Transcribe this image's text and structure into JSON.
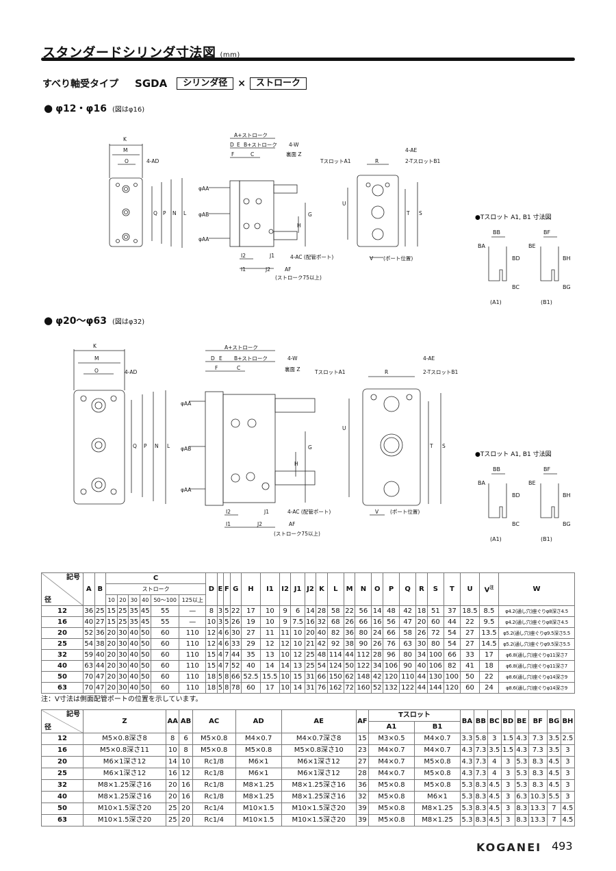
{
  "header": {
    "title": "スタンダードシリンダ寸法図",
    "title_unit": "(mm)",
    "series_label": "すべり軸受タイプ",
    "model": "SGDA",
    "box1": "シリンダ径",
    "times": "×",
    "box2": "ストローク"
  },
  "section1": {
    "title": "φ12・φ16",
    "note": "(図はφ16)"
  },
  "section2": {
    "title": "φ20〜φ63",
    "note": "(図はφ32)"
  },
  "drawing_labels": {
    "K": "K",
    "M": "M",
    "O": "O",
    "AD": "4-AD",
    "Q": "Q",
    "P": "P",
    "N": "N",
    "L": "L",
    "A_stroke": "A+ストローク",
    "D": "D",
    "E": "E",
    "B_stroke": "B+ストローク",
    "F": "F",
    "C": "C",
    "W": "4-W",
    "back_Z": "裏面 Z",
    "AA": "φAA",
    "AB": "φAB",
    "H": "H",
    "G": "G",
    "I2": "I2",
    "I1": "I1",
    "J1": "J1",
    "J2": "J2",
    "AF": "AF",
    "AC": "4-AC (配管ポート)",
    "stroke75": "(ストローク75以上)",
    "slotA1": "TスロットA1",
    "R": "R",
    "AE": "4-AE",
    "slotB1": "2-TスロットB1",
    "U": "U",
    "T": "T",
    "S": "S",
    "V": "V",
    "port": "(ポート位置)",
    "slot_title": "●Tスロット A1, B1 寸法図",
    "BB": "BB",
    "BA": "BA",
    "BD": "BD",
    "BC": "BC",
    "BF": "BF",
    "BE": "BE",
    "BH": "BH",
    "BG": "BG",
    "capA1": "(A1)",
    "capB1": "(B1)"
  },
  "table1": {
    "corner_top": "記号",
    "corner_bottom": "径",
    "headers": [
      "A",
      "B",
      "C",
      "D",
      "E",
      "F",
      "G",
      "H",
      "I1",
      "I2",
      "J1",
      "J2",
      "K",
      "L",
      "M",
      "N",
      "O",
      "P",
      "Q",
      "R",
      "S",
      "T",
      "U",
      "V",
      "W"
    ],
    "c_sub": "ストローク",
    "c_strokes": [
      "10",
      "20",
      "30",
      "40",
      "50〜100",
      "125以上"
    ],
    "v_note": "注",
    "rows": [
      [
        "12",
        "36",
        "25",
        "15",
        "25",
        "35",
        "45",
        "55",
        "—",
        "8",
        "3",
        "5",
        "22",
        "17",
        "10",
        "9",
        "6",
        "14",
        "28",
        "58",
        "22",
        "56",
        "14",
        "48",
        "42",
        "18",
        "51",
        "37",
        "18.5",
        "8.5",
        "φ4.2(通し穴)座ぐりφ8深さ4.5"
      ],
      [
        "16",
        "40",
        "27",
        "15",
        "25",
        "35",
        "45",
        "55",
        "—",
        "10",
        "3",
        "5",
        "26",
        "19",
        "10",
        "9",
        "7.5",
        "16",
        "32",
        "68",
        "26",
        "66",
        "16",
        "56",
        "47",
        "20",
        "60",
        "44",
        "22",
        "9.5",
        "φ4.2(通し穴)座ぐりφ8深さ4.5"
      ],
      [
        "20",
        "52",
        "36",
        "20",
        "30",
        "40",
        "50",
        "60",
        "110",
        "12",
        "4",
        "6",
        "30",
        "27",
        "11",
        "11",
        "10",
        "20",
        "40",
        "82",
        "36",
        "80",
        "24",
        "66",
        "58",
        "26",
        "72",
        "54",
        "27",
        "13.5",
        "φ5.2(通し穴)座ぐりφ9.5深さ5.5"
      ],
      [
        "25",
        "54",
        "38",
        "20",
        "30",
        "40",
        "50",
        "60",
        "110",
        "12",
        "4",
        "6",
        "33",
        "29",
        "12",
        "12",
        "10",
        "21",
        "42",
        "92",
        "38",
        "90",
        "26",
        "76",
        "63",
        "30",
        "80",
        "54",
        "27",
        "14.5",
        "φ5.2(通し穴)座ぐりφ9.5深さ5.5"
      ],
      [
        "32",
        "59",
        "40",
        "20",
        "30",
        "40",
        "50",
        "60",
        "110",
        "15",
        "4",
        "7",
        "44",
        "35",
        "13",
        "10",
        "12",
        "25",
        "48",
        "114",
        "44",
        "112",
        "28",
        "96",
        "80",
        "34",
        "100",
        "66",
        "33",
        "17",
        "φ6.8(通し穴)座ぐりφ11深さ7"
      ],
      [
        "40",
        "63",
        "44",
        "20",
        "30",
        "40",
        "50",
        "60",
        "110",
        "15",
        "4",
        "7",
        "52",
        "40",
        "14",
        "14",
        "13",
        "25",
        "54",
        "124",
        "50",
        "122",
        "34",
        "106",
        "90",
        "40",
        "106",
        "82",
        "41",
        "18",
        "φ6.8(通し穴)座ぐりφ11深さ7"
      ],
      [
        "50",
        "70",
        "47",
        "20",
        "30",
        "40",
        "50",
        "60",
        "110",
        "18",
        "5",
        "8",
        "66",
        "52.5",
        "15.5",
        "10",
        "15",
        "31",
        "66",
        "150",
        "62",
        "148",
        "42",
        "120",
        "110",
        "44",
        "130",
        "100",
        "50",
        "22",
        "φ8.6(通し穴)座ぐりφ14深さ9"
      ],
      [
        "63",
        "70",
        "47",
        "20",
        "30",
        "40",
        "50",
        "60",
        "110",
        "18",
        "5",
        "8",
        "78",
        "60",
        "17",
        "10",
        "14",
        "31",
        "76",
        "162",
        "72",
        "160",
        "52",
        "132",
        "122",
        "44",
        "144",
        "120",
        "60",
        "24",
        "φ8.6(通し穴)座ぐりφ14深さ9"
      ]
    ],
    "footnote": "注：V寸法は側面配管ポートの位置を示しています。"
  },
  "table2": {
    "corner_top": "記号",
    "corner_bottom": "径",
    "headers": [
      "Z",
      "AA",
      "AB",
      "AC",
      "AD",
      "AE",
      "AF",
      "Tスロット",
      "BA",
      "BB",
      "BC",
      "BD",
      "BE",
      "BF",
      "BG",
      "BH"
    ],
    "slot_sub": [
      "A1",
      "B1"
    ],
    "rows": [
      [
        "12",
        "M5×0.8深さ8",
        "8",
        "6",
        "M5×0.8",
        "M4×0.7",
        "M4×0.7深さ8",
        "15",
        "M3×0.5",
        "M4×0.7",
        "3.3",
        "5.8",
        "3",
        "1.5",
        "4.3",
        "7.3",
        "3.5",
        "2.5"
      ],
      [
        "16",
        "M5×0.8深さ11",
        "10",
        "8",
        "M5×0.8",
        "M5×0.8",
        "M5×0.8深さ10",
        "23",
        "M4×0.7",
        "M4×0.7",
        "4.3",
        "7.3",
        "3.5",
        "1.5",
        "4.3",
        "7.3",
        "3.5",
        "3"
      ],
      [
        "20",
        "M6×1深さ12",
        "14",
        "10",
        "Rc1/8",
        "M6×1",
        "M6×1深さ12",
        "27",
        "M4×0.7",
        "M5×0.8",
        "4.3",
        "7.3",
        "4",
        "3",
        "5.3",
        "8.3",
        "4.5",
        "3"
      ],
      [
        "25",
        "M6×1深さ12",
        "16",
        "12",
        "Rc1/8",
        "M6×1",
        "M6×1深さ12",
        "28",
        "M4×0.7",
        "M5×0.8",
        "4.3",
        "7.3",
        "4",
        "3",
        "5.3",
        "8.3",
        "4.5",
        "3"
      ],
      [
        "32",
        "M8×1.25深さ16",
        "20",
        "16",
        "Rc1/8",
        "M8×1.25",
        "M8×1.25深さ16",
        "36",
        "M5×0.8",
        "M5×0.8",
        "5.3",
        "8.3",
        "4.5",
        "3",
        "5.3",
        "8.3",
        "4.5",
        "3"
      ],
      [
        "40",
        "M8×1.25深さ16",
        "20",
        "16",
        "Rc1/8",
        "M8×1.25",
        "M8×1.25深さ16",
        "32",
        "M5×0.8",
        "M6×1",
        "5.3",
        "8.3",
        "4.5",
        "3",
        "6.3",
        "10.3",
        "5.5",
        "3"
      ],
      [
        "50",
        "M10×1.5深さ20",
        "25",
        "20",
        "Rc1/4",
        "M10×1.5",
        "M10×1.5深さ20",
        "39",
        "M5×0.8",
        "M8×1.25",
        "5.3",
        "8.3",
        "4.5",
        "3",
        "8.3",
        "13.3",
        "7",
        "4.5"
      ],
      [
        "63",
        "M10×1.5深さ20",
        "25",
        "20",
        "Rc1/4",
        "M10×1.5",
        "M10×1.5深さ20",
        "39",
        "M5×0.8",
        "M8×1.25",
        "5.3",
        "8.3",
        "4.5",
        "3",
        "8.3",
        "13.3",
        "7",
        "4.5"
      ]
    ]
  },
  "footer": {
    "brand": "KOGANEI",
    "page": "493"
  }
}
